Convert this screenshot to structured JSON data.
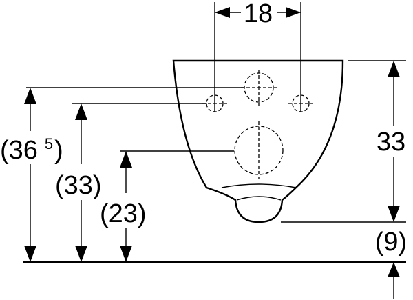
{
  "dimensions": {
    "hole_spacing": "18",
    "bowl_height": "33",
    "bowl_bottom_clearance": "(9)",
    "upper_hole_height": "(36",
    "upper_hole_height_sup": "5",
    "upper_hole_height_close": ")",
    "lower_hole_height": "(33)",
    "drain_height": "(23)"
  }
}
